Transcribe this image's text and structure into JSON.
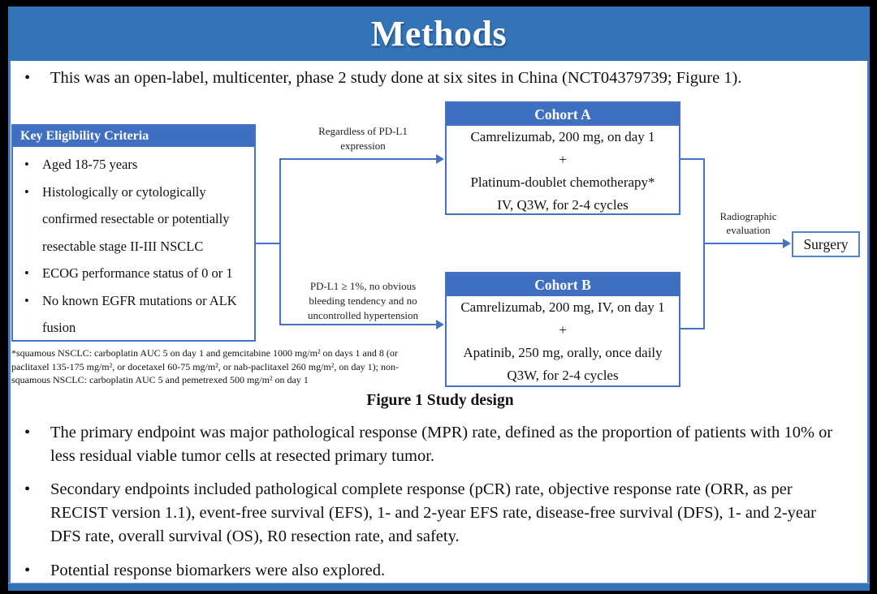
{
  "title": "Methods",
  "bullet_marker": "•",
  "bullets": {
    "intro": "This was an open-label, multicenter, phase 2 study done at six sites in China (NCT04379739; Figure 1).",
    "primary": "The primary endpoint was major pathological response (MPR) rate, defined as the proportion of patients with 10% or less residual viable tumor cells at resected primary tumor.",
    "secondary": "Secondary endpoints included pathological complete response (pCR) rate, objective response rate (ORR, as per RECIST version 1.1), event-free survival (EFS), 1- and 2-year EFS rate, disease-free survival (DFS), 1- and 2-year DFS rate, overall survival (OS), R0 resection rate, and safety.",
    "biomarkers": "Potential response biomarkers were also explored."
  },
  "figure": {
    "caption": "Figure 1 Study design",
    "eligibility": {
      "header": "Key  Eligibility Criteria",
      "items": [
        "Aged 18-75 years",
        "Histologically or cytologically confirmed resectable or potentially resectable stage II-III  NSCLC",
        "ECOG performance status of 0 or 1",
        "No known EGFR mutations or ALK fusion"
      ]
    },
    "branch_top_label": "Regardless  of PD-L1\nexpression",
    "branch_bottom_label": "PD-L1 ≥ 1%, no obvious\nbleeding  tendency  and  no\nuncontrolled  hypertension",
    "cohort_a": {
      "header": "Cohort A",
      "lines": [
        "Camrelizumab, 200 mg, on day 1",
        "+",
        "Platinum-doublet chemotherapy*",
        "IV, Q3W, for 2-4 cycles"
      ]
    },
    "cohort_b": {
      "header": "Cohort B",
      "lines": [
        "Camrelizumab, 200 mg, IV, on day 1",
        "+",
        "Apatinib, 250 mg, orally, once daily",
        "Q3W, for 2-4 cycles"
      ]
    },
    "radiographic_label": "Radiographic\nevaluation",
    "surgery_label": "Surgery",
    "footnote": "*squamous NSCLC: carboplatin AUC 5 on day 1 and gemcitabine 1000 mg/m² on days 1 and 8 (or paclitaxel 135-175 mg/m², or docetaxel 60-75 mg/m², or nab-paclitaxel 260 mg/m², on day 1); non-squamous NSCLC: carboplatin AUC 5 and pemetrexed 500 mg/m² on day 1"
  },
  "colors": {
    "header_bar": "#3374B8",
    "box_header": "#3E6FC0",
    "connector": "#4472C4",
    "frame_border": "#4A7CC7"
  }
}
